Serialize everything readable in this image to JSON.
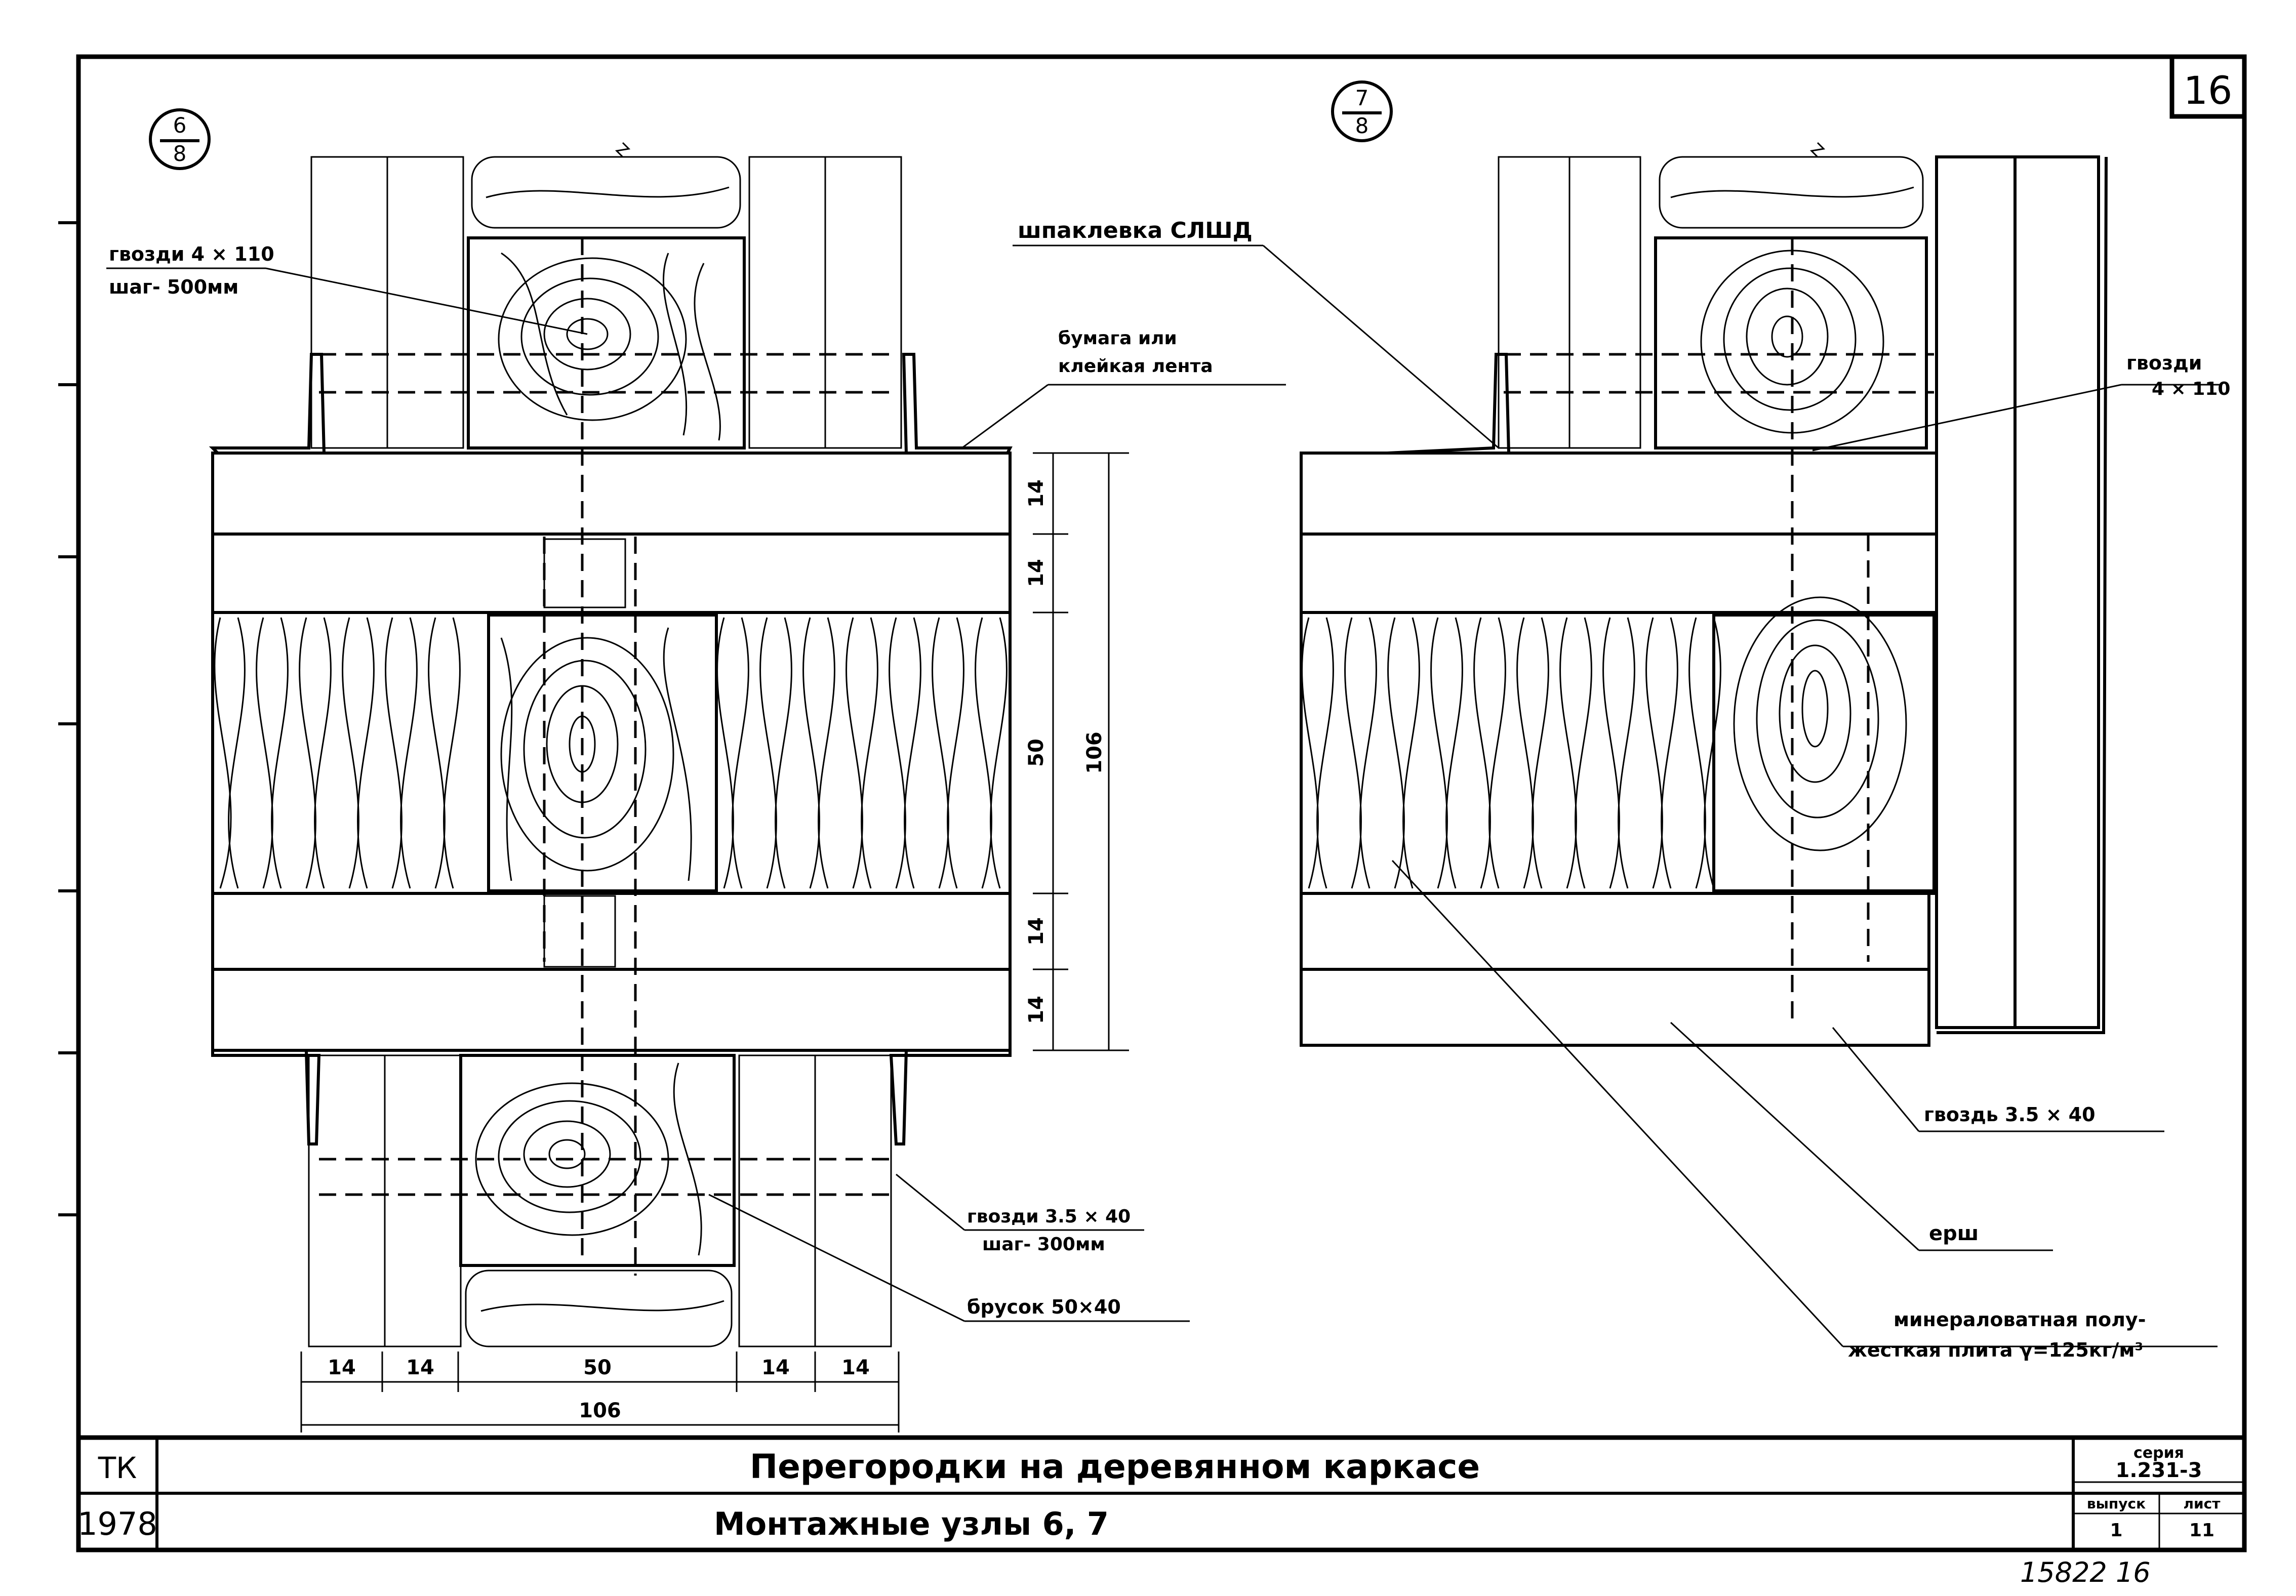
{
  "sheet": {
    "number": "16",
    "stamp": "15822   16"
  },
  "nodes": {
    "left": {
      "numerator": "6",
      "denominator": "8"
    },
    "right": {
      "numerator": "7",
      "denominator": "8"
    }
  },
  "callouts": {
    "nails_top_left": {
      "line1": "гвозди  4 × 110",
      "line2": "шаг- 500мм"
    },
    "paper_tape": {
      "line1": "бумага или",
      "line2": "клейкая лента"
    },
    "putty": "шпаклевка СЛШД",
    "nails_right": {
      "line1": "гвозди",
      "line2": "4 × 110"
    },
    "nail_35x40": "гвоздь  3.5 × 40",
    "ersh": "ерш",
    "wool_plate": {
      "line1": "минераловатная полу-",
      "line2": "жесткая плита  γ=125кг/м³"
    },
    "nails_bottom": {
      "line1": "гвозди 3.5 × 40",
      "line2": "шаг- 300мм"
    },
    "bar": "брусок  50×40"
  },
  "dimensions": {
    "vertical": [
      "14",
      "14",
      "50",
      "14",
      "14"
    ],
    "vertical_total": "106",
    "horizontal": [
      "14",
      "14",
      "50",
      "14",
      "14"
    ],
    "horizontal_total": "106"
  },
  "title_block": {
    "code": "ТК",
    "year": "1978",
    "title": "Перегородки на деревянном каркасе",
    "subtitle": "Монтажные   узлы  6, 7",
    "series_label": "серия",
    "series_value": "1.231-3",
    "issue_label": "выпуск",
    "issue_value": "1",
    "sheet_label": "лист",
    "sheet_value": "11"
  }
}
